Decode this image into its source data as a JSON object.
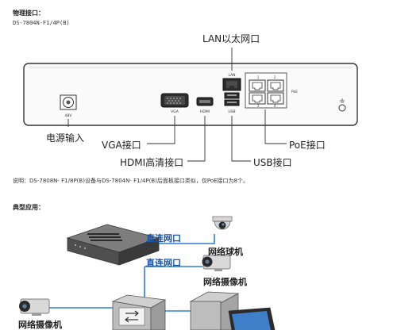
{
  "section_physical": {
    "title": "物理接口：",
    "model": "DS-7804N-F1/4P(B)"
  },
  "panel": {
    "port_labels": {
      "power_small": "48V",
      "vga_small": "VGA",
      "hdmi_small": "HDMI",
      "lan_small": "LAN",
      "usb_small": "USB",
      "poe_small": "PoE",
      "poe_n1": "1",
      "poe_n2": "2",
      "poe_n3": "3",
      "poe_n4": "4"
    },
    "callouts": {
      "lan": "LAN以太网口",
      "power": "电源输入",
      "vga": "VGA接口",
      "hdmi": "HDMI高清接口",
      "usb": "USB接口",
      "poe": "PoE接口"
    }
  },
  "note": "说明：DS-7808N- F1/8P(B)设备与DS-7804N- F1/4P(B)后面板接口类似，仅PoE接口为8个。",
  "section_typical": {
    "title": "典型应用："
  },
  "topology": {
    "direct_label_1": "直连网口",
    "direct_label_2": "直连网口",
    "dome_camera": "网络球机",
    "camera_right": "网络摄像机",
    "camera_left": "网络摄像机",
    "link_color": "#2f7fd0",
    "label_color": "#1a55a8"
  }
}
